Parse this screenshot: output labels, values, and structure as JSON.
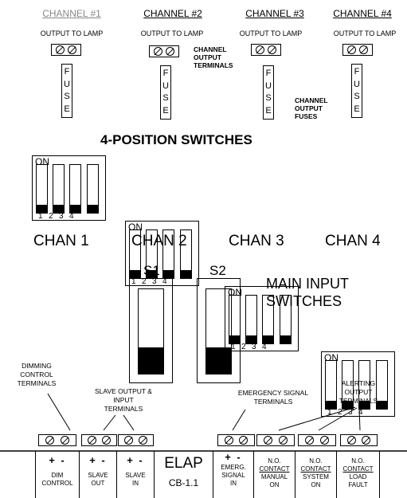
{
  "channels": [
    {
      "header": "CHANNEL  #1",
      "output_label": "OUTPUT TO LAMP",
      "fuse": [
        "F",
        "U",
        "S",
        "E"
      ]
    },
    {
      "header": "CHANNEL #2",
      "output_label": "OUTPUT TO LAMP",
      "fuse": [
        "F",
        "U",
        "S",
        "E"
      ]
    },
    {
      "header": "CHANNEL #3",
      "output_label": "OUTPUT TO LAMP",
      "fuse": [
        "F",
        "U",
        "S",
        "E"
      ]
    },
    {
      "header": "CHANNEL #4",
      "output_label": "OUTPUT TO LAMP",
      "fuse": [
        "F",
        "U",
        "S",
        "E"
      ]
    }
  ],
  "callouts": {
    "output_terminals": [
      "CHANNEL",
      "OUTPUT",
      "TERMINALS"
    ],
    "output_fuses": [
      "CHANNEL",
      "OUTPUT",
      "FUSES"
    ]
  },
  "four_position_title": "4-POSITION SWITCHES",
  "dip_switches": [
    {
      "on_label": "ON",
      "numbers": [
        "1",
        "2",
        "3",
        "4"
      ],
      "chan_label": "CHAN 1"
    },
    {
      "on_label": "ON",
      "numbers": [
        "1",
        "2",
        "3",
        "4"
      ],
      "chan_label": "CHAN 2"
    },
    {
      "on_label": "ON",
      "numbers": [
        "1",
        "2",
        "3",
        "4"
      ],
      "chan_label": "CHAN 3"
    },
    {
      "on_label": "ON",
      "numbers": [
        "1",
        "2",
        "3",
        "4"
      ],
      "chan_label": "CHAN 4"
    }
  ],
  "main_switches": {
    "s1": "S1",
    "s2": "S2",
    "label_line1": "MAIN INPUT",
    "label_line2": "SWITCHES"
  },
  "terminal_labels": {
    "dimming": [
      "DIMMING",
      "CONTROL",
      "TERMINALS"
    ],
    "slave": [
      "SLAVE OUTPUT &",
      "INPUT",
      "TERMINALS"
    ],
    "emergency": [
      "EMERGENCY SIGNAL",
      "TERMINALS"
    ],
    "alerting": [
      "ALERTING",
      "OUTPUT",
      "TERMINALS"
    ]
  },
  "bottom_cells": [
    {
      "id": "dim",
      "polarity": "+ -",
      "lines": [
        "DIM",
        "CONTROL"
      ]
    },
    {
      "id": "slave-out",
      "polarity": "+ -",
      "lines": [
        "SLAVE",
        "OUT"
      ]
    },
    {
      "id": "slave-in",
      "polarity": "+ -",
      "lines": [
        "SLAVE",
        "IN"
      ]
    },
    {
      "id": "emerg",
      "polarity": "+ -",
      "lines": [
        "EMERG.",
        "SIGNAL",
        "IN"
      ]
    },
    {
      "id": "manual",
      "lines": [
        "N.O.",
        "CONTACT",
        "MANUAL",
        "ON"
      ]
    },
    {
      "id": "system",
      "lines": [
        "N.O.",
        "CONTACT",
        "SYSTEM",
        "ON"
      ]
    },
    {
      "id": "fault",
      "lines": [
        "N.O.",
        "CONTACT",
        "LOAD",
        "FAULT"
      ]
    }
  ],
  "brand": {
    "name": "ELAP",
    "model": "CB-1.1"
  }
}
